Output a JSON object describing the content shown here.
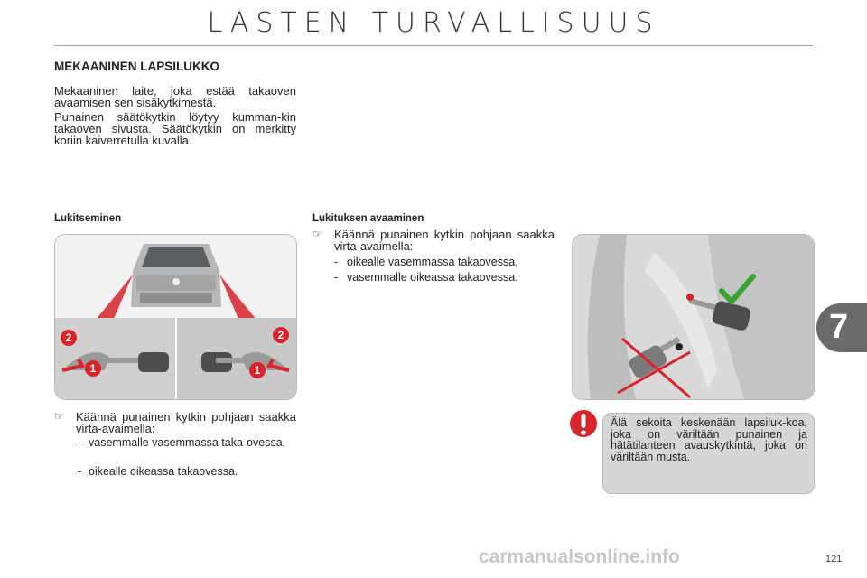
{
  "header": {
    "title": "LASTEN TURVALLISUUS"
  },
  "section": {
    "heading": "MEKAANINEN LAPSILUKKO",
    "para1": "Mekaaninen laite, joka estää takaoven avaamisen sen sisäkytkimestä.",
    "para2": "Punainen säätökytkin löytyy kumman-kin takaoven sivusta. Säätökytkin on merkitty koriin kaiverretulla kuvalla."
  },
  "locking": {
    "heading": "Lukitseminen",
    "instruction": "Käännä punainen kytkin pohjaan saakka virta-avaimella:",
    "item1": "vasemmalle vasemmassa taka-ovessa,",
    "item2": "oikealle oikeassa takaovessa.",
    "callouts": [
      "1",
      "2",
      "2",
      "1"
    ]
  },
  "unlocking": {
    "heading": "Lukituksen avaaminen",
    "instruction": "Käännä punainen kytkin pohjaan saakka virta-avaimella:",
    "item1": "oikealle vasemmassa takaovessa,",
    "item2": "vasemmalle oikeassa takaovessa."
  },
  "warning": {
    "text": "Älä sekoita keskenään lapsiluk-koa, joka on väriltään punainen ja hätätilanteen avauskytkintä, joka on väriltään musta."
  },
  "chapter": {
    "number": "7"
  },
  "footer": {
    "page": "121",
    "watermark": "carmanualsonline.info"
  },
  "colors": {
    "rule": "#8fae8c",
    "tab": "#6a6a6a",
    "callout": "#d8242b",
    "warning": "#d8242b",
    "check": "#3aa335"
  },
  "icons": {
    "bullet": "pointing-hand-icon",
    "warning": "exclamation-icon",
    "check": "checkmark-icon",
    "cross": "cross-icon"
  }
}
